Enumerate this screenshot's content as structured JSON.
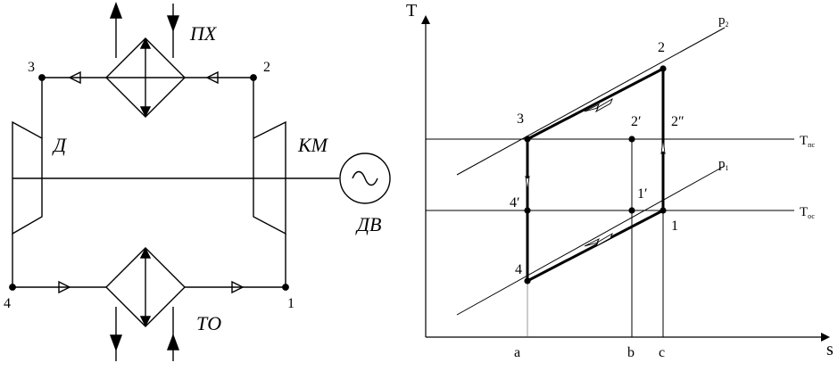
{
  "schematic": {
    "nodes": [
      "3",
      "2",
      "4",
      "1"
    ],
    "components": {
      "cooler_load": "ПХ",
      "expander": "Д",
      "compressor": "КМ",
      "motor": "ДВ",
      "heat_exchanger": "ТО"
    }
  },
  "ts_diagram": {
    "axes": {
      "y": "T",
      "x": "s"
    },
    "x_ticks": [
      "a",
      "b",
      "c"
    ],
    "isobars": [
      {
        "label": "p",
        "sub": "2"
      },
      {
        "label": "p",
        "sub": "1"
      }
    ],
    "isotherms": [
      {
        "label": "T",
        "sub": "пс"
      },
      {
        "label": "T",
        "sub": "ос"
      }
    ],
    "points": [
      "2",
      "3",
      "2′",
      "2″",
      "1′",
      "4′",
      "1",
      "4"
    ]
  }
}
